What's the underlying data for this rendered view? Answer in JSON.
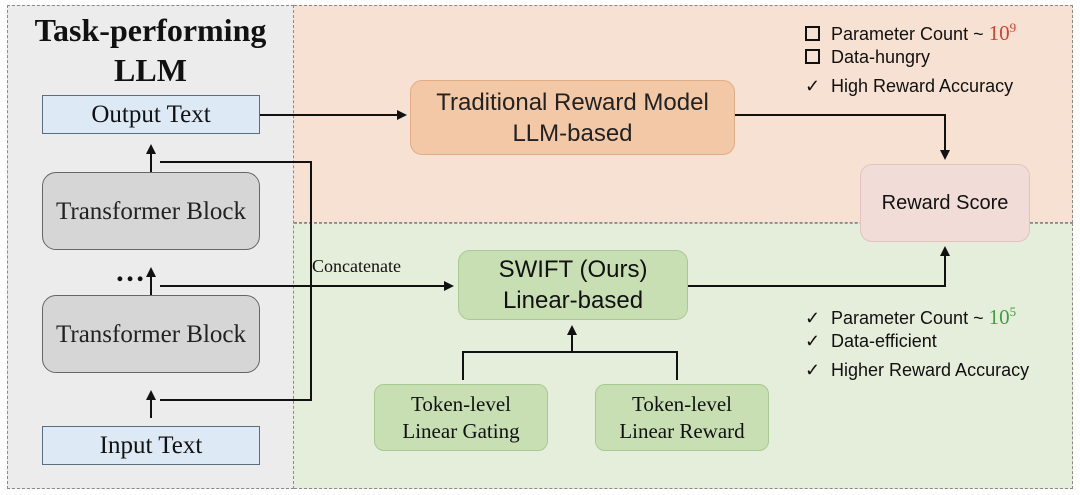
{
  "llm": {
    "title": "Task-performing LLM",
    "output_text": "Output Text",
    "transformer_block": "Transformer Block",
    "ellipsis": "…",
    "input_text": "Input Text"
  },
  "traditional": {
    "title": "Traditional Reward Model",
    "subtitle": "LLM-based",
    "features": [
      {
        "marker": "box",
        "text": "Parameter Count ~ ",
        "exp_base": "10",
        "exp": "9",
        "exp_color": "#d9402b"
      },
      {
        "marker": "box",
        "text": "Data-hungry"
      },
      {
        "marker": "check",
        "text": "High Reward Accuracy"
      }
    ]
  },
  "reward_score": "Reward Score",
  "swift": {
    "title": "SWIFT (Ours)",
    "subtitle": "Linear-based",
    "concat_label": "Concatenate",
    "gating": "Token-level Linear Gating",
    "linear_reward": "Token-level Linear Reward",
    "features": [
      {
        "marker": "check",
        "text": "Parameter Count ~ ",
        "exp_base": "10",
        "exp": "5",
        "exp_color": "#3fa043"
      },
      {
        "marker": "check",
        "text": "Data-efficient"
      },
      {
        "marker": "check",
        "text": "Higher Reward Accuracy"
      }
    ]
  },
  "colors": {
    "left_panel": "#ececec",
    "top_panel": "#f6e1d2",
    "bottom_panel": "#e5eedb",
    "io_box": "#dde9f5",
    "trad_box": "#f2c8a6",
    "swift_box": "#c8dfb4",
    "reward_box": "#f2dcd8"
  },
  "icons": {
    "box": "square-outline-icon",
    "check": "checkmark-icon"
  }
}
